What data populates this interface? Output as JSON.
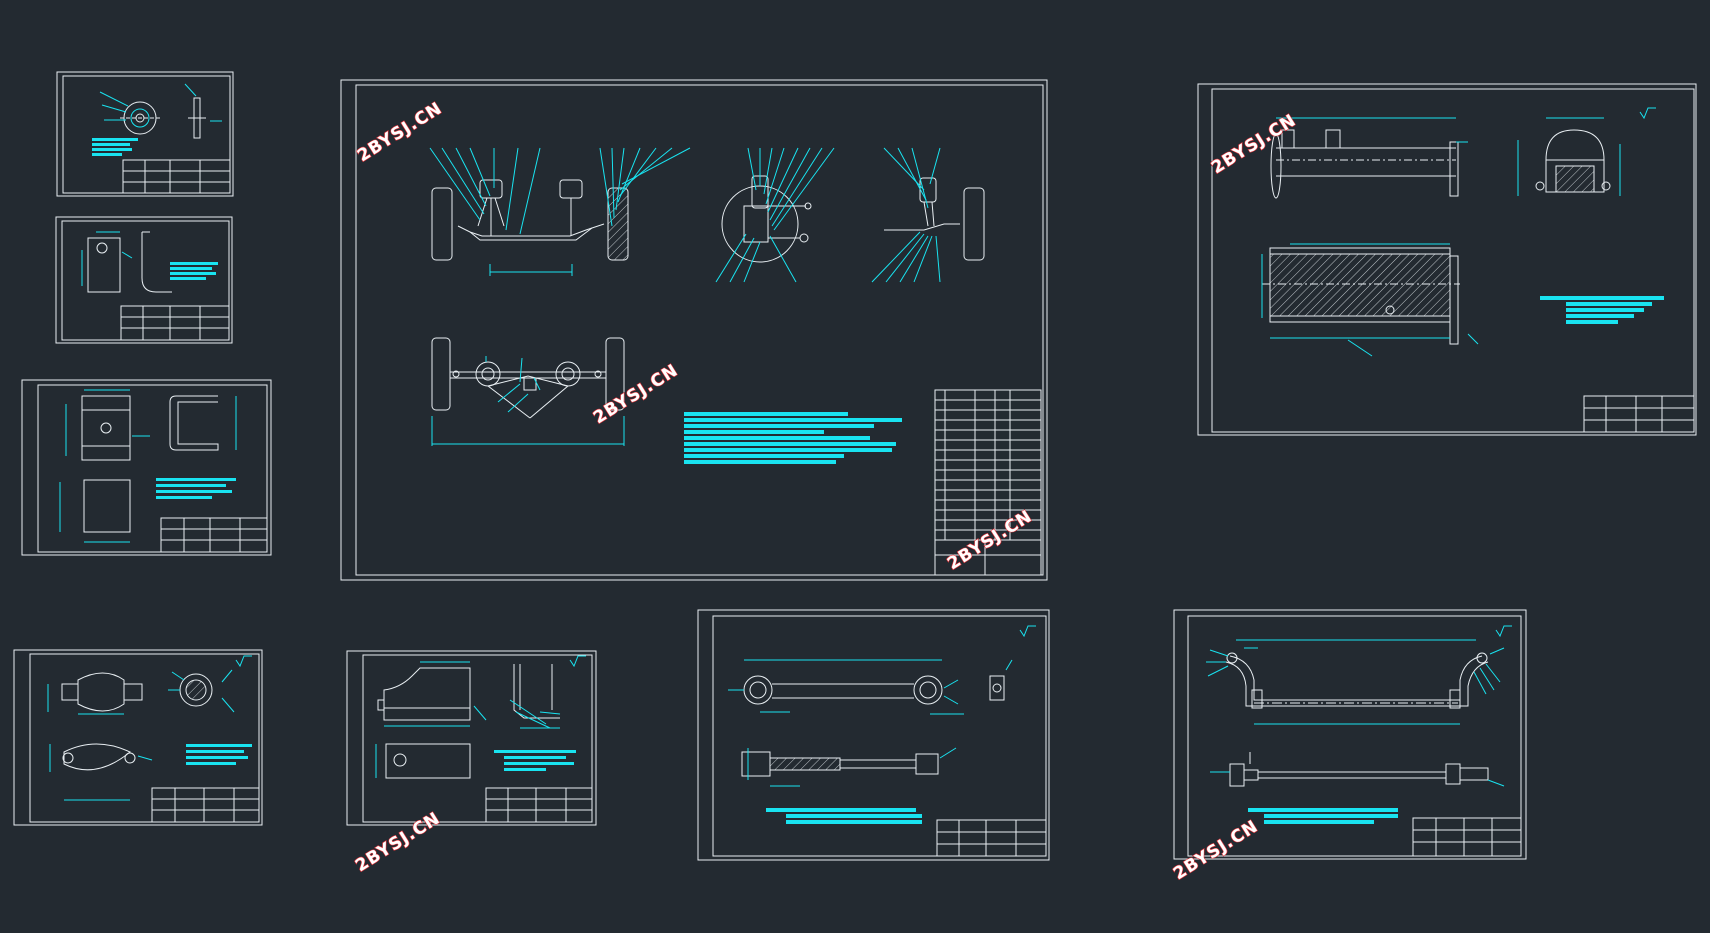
{
  "app": {
    "background": "#232a31",
    "line_color": "#e8eef2",
    "accent_color": "#19e3f0",
    "watermark_color": "#e8343a"
  },
  "watermarks": [
    {
      "id": "wm-main-top",
      "text": "2BYSJ.CN"
    },
    {
      "id": "wm-main-mid",
      "text": "2BYSJ.CN"
    },
    {
      "id": "wm-main-table",
      "text": "2BYSJ.CN"
    },
    {
      "id": "wm-right-top",
      "text": "2BYSJ.CN"
    },
    {
      "id": "wm-bottom-mid",
      "text": "2BYSJ.CN"
    },
    {
      "id": "wm-bottom-right",
      "text": "2BYSJ.CN"
    }
  ],
  "drawing_sheets": [
    {
      "id": "sheet-small-1",
      "content": "bushing-part"
    },
    {
      "id": "sheet-small-2",
      "content": "bracket-part"
    },
    {
      "id": "sheet-small-3",
      "content": "u-bracket-part"
    },
    {
      "id": "sheet-assembly",
      "content": "axle-assembly"
    },
    {
      "id": "sheet-right-top",
      "content": "axle-beam-part"
    },
    {
      "id": "sheet-bottom-1",
      "content": "control-arm-part"
    },
    {
      "id": "sheet-bottom-2",
      "content": "mount-part"
    },
    {
      "id": "sheet-bottom-3",
      "content": "link-rod-part"
    },
    {
      "id": "sheet-bottom-4",
      "content": "stabilizer-bar-part"
    }
  ]
}
